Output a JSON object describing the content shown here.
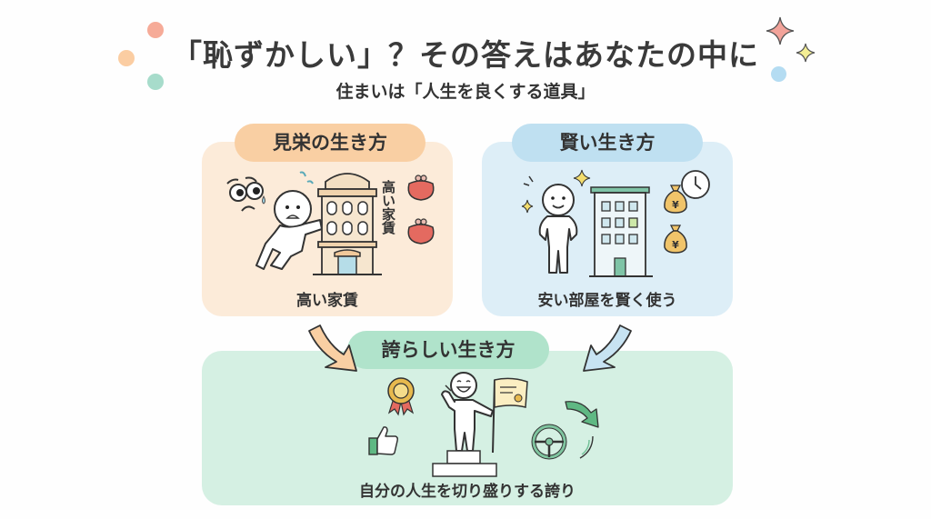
{
  "header": {
    "title": "「恥ずかしい」？その答えはあなたの中に",
    "subtitle": "住まいは「人生を良くする道具」"
  },
  "decorations": {
    "dots": [
      {
        "color": "#f6ab98",
        "name": "salmon-dot"
      },
      {
        "color": "#fbcda2",
        "name": "peach-dot"
      },
      {
        "color": "#a7dccb",
        "name": "mint-dot"
      },
      {
        "color": "#b4dcf2",
        "name": "blue-dot"
      }
    ],
    "sparkles": [
      {
        "color": "#f2a39a",
        "name": "pink-sparkle"
      },
      {
        "color": "#f3ee94",
        "name": "yellow-sparkle"
      }
    ]
  },
  "panels": {
    "vanity": {
      "label": "見栄の生き方",
      "caption": "高い家賃",
      "building_sign": "高い家賃",
      "bg": "#fcebd9",
      "pill": "#f9cfa3"
    },
    "wise": {
      "label": "賢い生き方",
      "caption": "安い部屋を賢く使う",
      "bg": "#ddeef7",
      "pill": "#bfe0f1",
      "yen": "¥"
    },
    "proud": {
      "label": "誇らしい生き方",
      "caption": "自分の人生を切り盛りする誇り",
      "bg": "#d5f0e3",
      "pill": "#b0e3cb"
    }
  },
  "colors": {
    "accent_orange": "#f9cfa3",
    "accent_blue": "#c7e3f2",
    "accent_green": "#5fb883",
    "outline": "#3a3a3a"
  }
}
